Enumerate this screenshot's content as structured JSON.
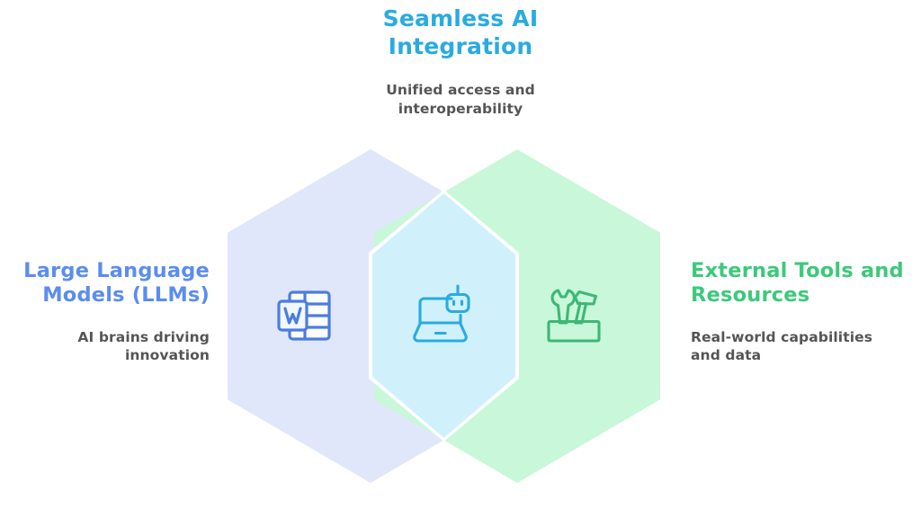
{
  "diagram": {
    "type": "venn-hexagon-3",
    "background": "#ffffff",
    "nodes": {
      "left": {
        "title": "Large Language\nModels (LLMs)",
        "title_line1": "Large Language",
        "title_line2": "Models (LLMs)",
        "subtitle_line1": "AI brains driving",
        "subtitle_line2": "innovation",
        "title_color": "#5b8def",
        "subtitle_color": "#555555",
        "shape_fill": "#e0e7fa",
        "icon": "word-document-icon",
        "icon_color": "#4a7de0"
      },
      "center": {
        "title_line1": "Seamless AI",
        "title_line2": "Integration",
        "subtitle_line1": "Unified access and",
        "subtitle_line2": "interoperability",
        "title_color": "#29abe2",
        "subtitle_color": "#555555",
        "shape_fill": "#d0f1fc",
        "shape_border": "#ffffff",
        "icon": "laptop-robot-icon",
        "icon_color": "#29abe2"
      },
      "right": {
        "title_line1": "External Tools and",
        "title_line2": "Resources",
        "subtitle_line1": "Real-world capabilities",
        "subtitle_line2": "and data",
        "title_color": "#3cc97b",
        "subtitle_color": "#555555",
        "shape_fill": "#c9f7d9",
        "icon": "toolbox-wrench-hammer-icon",
        "icon_color": "#3cb878"
      }
    }
  }
}
